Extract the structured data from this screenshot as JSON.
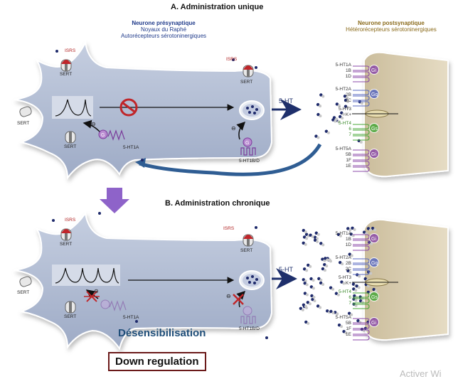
{
  "panel_a": {
    "title": "A. Administration unique",
    "presynaptic": {
      "title": "Neurone présynaptique",
      "line1": "Noyaux du Raphé",
      "line2": "Autorécepteurs sérotoninergiques"
    },
    "postsynaptic": {
      "title": "Neurone postsynaptique",
      "line1": "Hétérorécepteurs sérotoninergiques"
    },
    "labels": {
      "isrs_soma": "ISRS",
      "sert_soma_top": "SERT",
      "sert_soma_left": "SERT",
      "sert_soma_bottom": "SERT",
      "isrs_terminal": "ISRS",
      "sert_terminal": "SERT",
      "ht": "5-HT",
      "auto_soma": "5-HT1A",
      "auto_terminal": "5-HT1B/D",
      "g_protein": "G",
      "inhibit_sign": "⊖"
    },
    "firing_peaks": 2,
    "blocked": true
  },
  "panel_b": {
    "title": "B. Administration chronique",
    "labels": {
      "isrs_soma": "ISRS",
      "sert_soma_top": "SERT",
      "sert_soma_left": "SERT",
      "sert_soma_bottom": "SERT",
      "isrs_terminal": "ISRS",
      "sert_terminal": "SERT",
      "ht": "5-HT",
      "auto_soma": "5-HT1A",
      "auto_terminal": "5-HT1B/D",
      "inhibit_sign": "⊖"
    },
    "firing_peaks": 4,
    "desensitization": "Désensibilisation"
  },
  "receptors": [
    {
      "group": "5-HT1",
      "labels": [
        "5-HT1A",
        "1B",
        "1D"
      ],
      "protein": "Gi",
      "color": "#8b4aa8"
    },
    {
      "group": "5-HT2",
      "labels": [
        "5-HT2A",
        "2B",
        "2C"
      ],
      "protein": "Gq",
      "color": "#5a6ac0"
    },
    {
      "group": "5-HT3",
      "labels": [
        "5-HT3",
        "K+"
      ],
      "protein": "channel",
      "color": "#e8ddb0"
    },
    {
      "group": "5-HT4",
      "labels": [
        "5-HT4",
        "6",
        "7"
      ],
      "protein": "Gs",
      "color": "#4aa83a"
    },
    {
      "group": "5-HT5",
      "labels": [
        "5-HT5A",
        "5B",
        "1F",
        "1E"
      ],
      "protein": "Gi",
      "color": "#8b4aa8"
    }
  ],
  "down_regulation": "Down regulation",
  "watermark": "Activer Wi",
  "colors": {
    "neuron_pre": "#aab6cf",
    "neuron_post": "#d8cbb0",
    "serotonin": "#1e2a6b",
    "feedback_arrow": "#2f5d93",
    "transition_arrow": "#8e63c9",
    "isrs": "#c0262a",
    "forbid": "#c0262a"
  }
}
